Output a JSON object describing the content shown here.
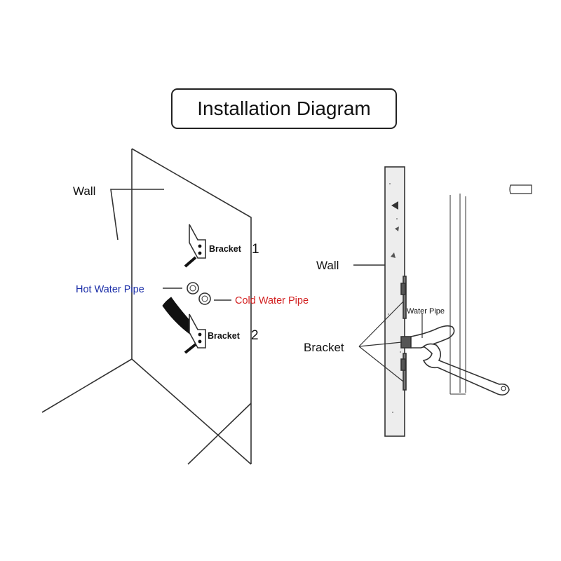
{
  "title": "Installation Diagram",
  "left_figure": {
    "wall_label": "Wall",
    "bracket_label": "Bracket",
    "step_1": "1",
    "step_2": "2",
    "hot_pipe_label": "Hot Water Pipe",
    "cold_pipe_label": "Cold Water Pipe"
  },
  "right_figure": {
    "wall_label": "Wall",
    "water_pipe_label": "Water Pipe",
    "bracket_label": "Bracket"
  },
  "colors": {
    "hot": "#1c2fa8",
    "cold": "#d21f1f",
    "line": "#333333",
    "wall_fill": "#e9e9e9"
  }
}
